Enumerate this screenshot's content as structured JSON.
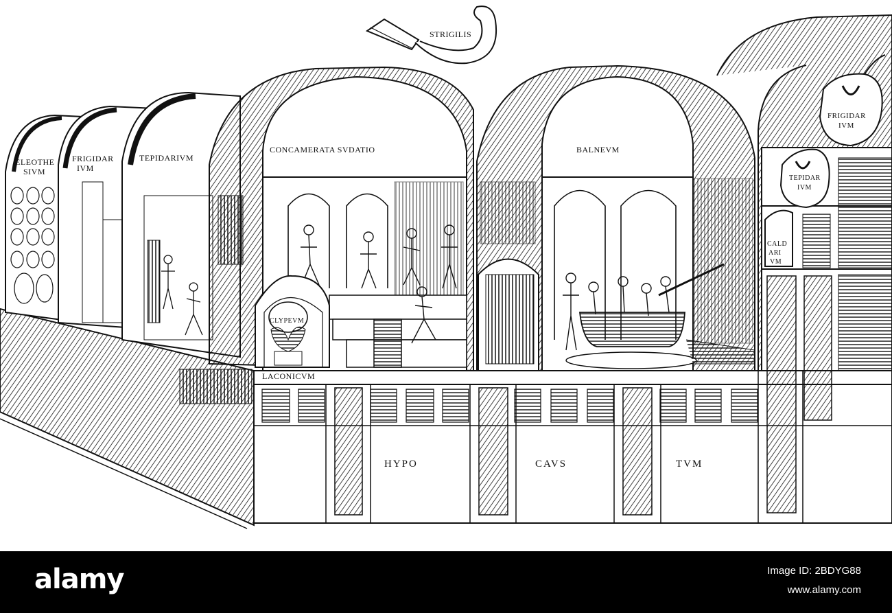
{
  "labels": {
    "strigilis": "STRIGILIS",
    "eleothesium_1": "ELEOTHE",
    "eleothesium_2": "SIVM",
    "frigidarium_1": "FRIGIDAR",
    "frigidarium_2": "IVM",
    "tepidarium": "TEPIDARIVM",
    "concamerata": "CONCAMERATA SVDATIO",
    "balneum": "BALNEVM",
    "clypeum": "CLYPEVM",
    "laconicum": "LACONICVM",
    "hypo": "HYPO",
    "caus": "CAVS",
    "tum": "TVM",
    "vessel_frigidarium_1": "FRIGIDAR",
    "vessel_frigidarium_2": "IVM",
    "vessel_tepidarium_1": "TEPIDAR",
    "vessel_tepidarium_2": "IVM",
    "vessel_caldarium_1": "CALD",
    "vessel_caldarium_2": "ARI",
    "vessel_caldarium_3": "VM"
  },
  "footer": {
    "brand": "alamy",
    "image_id": "Image ID: 2BDYG88",
    "url": "www.alamy.com"
  },
  "colors": {
    "ink": "#111111",
    "paper": "#ffffff",
    "footer_bg": "#000000",
    "footer_text": "#ffffff"
  }
}
